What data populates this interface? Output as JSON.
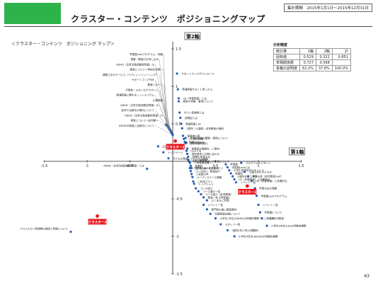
{
  "header": {
    "title": "クラスター・コンテンツ　ポジショニングマップ",
    "period": "集計期間　2015年1月1日～2015年12月31日",
    "subtitle": "＜クラスター・コンテンツ　ポジショニング マップ＞",
    "page_number": "63",
    "brand_color": "#2eb34a"
  },
  "stats": {
    "title": "分析精度",
    "headers": [
      "統計量",
      "1軸",
      "2軸",
      "計"
    ],
    "rows": [
      [
        "固有値",
        "0.529",
        "0.322",
        "0.851"
      ],
      [
        "単相関係数",
        "0.727",
        "0.568",
        ""
      ],
      [
        "各軸の説明度",
        "62.2%",
        "37.8%",
        "100.0%"
      ]
    ]
  },
  "chart_data": {
    "type": "scatter",
    "axis_labels": {
      "axis1": "第1軸",
      "axis2": "第2軸"
    },
    "xlim": [
      -1.5,
      1.5
    ],
    "ylim": [
      -1.5,
      1.5
    ],
    "xticks": [
      -1.5,
      -1,
      -0.5,
      0.5,
      1,
      1.5
    ],
    "yticks": [
      1.5,
      1,
      0.5,
      -0.5,
      -1,
      -1.5
    ],
    "point_color": "#2a5db0",
    "cluster_color": "#e8181f",
    "clusters": [
      {
        "label": "クラスター1",
        "x": 0.87,
        "y": -0.33
      },
      {
        "label": "クラスター2",
        "x": 0.03,
        "y": 0.27
      },
      {
        "label": "クラスター3",
        "x": -0.88,
        "y": -0.73
      }
    ],
    "points": [
      {
        "x": -0.08,
        "y": 0.49,
        "label": "学習塾Leafプログラム：体験"
      },
      {
        "x": -0.07,
        "y": 0.48,
        "label": "授業／教室のお申し込み"
      },
      {
        "x": -0.06,
        "y": 0.47,
        "label": "ADHD（注意欠陥多動性障害）の"
      },
      {
        "x": -0.05,
        "y": 0.46,
        "label": "療育について～学校生活等～"
      },
      {
        "x": -0.05,
        "y": 0.45,
        "label": "親御さまのサービス（ペアレントトレーニング）"
      },
      {
        "x": -0.04,
        "y": 0.44,
        "label": "サポートブックPDF"
      },
      {
        "x": -0.04,
        "y": 0.43,
        "label": "教室レポート"
      },
      {
        "x": -0.03,
        "y": 0.42,
        "label": "不登校・ひきこもりサポート"
      },
      {
        "x": -0.03,
        "y": 0.41,
        "label": "発達障害に関するニュースコラム"
      },
      {
        "x": -0.02,
        "y": 0.4,
        "label": "心理検査"
      },
      {
        "x": -0.02,
        "y": 0.39,
        "label": "ADHD（注意欠陥多動性障害）の"
      },
      {
        "x": -0.01,
        "y": 0.38,
        "label": "症状や治療法の傾向について"
      },
      {
        "x": -0.01,
        "y": 0.37,
        "label": "ADHD（注意欠陥多動性障害）の"
      },
      {
        "x": 0.0,
        "y": 0.36,
        "label": "療育について～幼児期～"
      },
      {
        "x": 0.0,
        "y": 0.35,
        "label": "ADHDの原因と治療法について"
      },
      {
        "x": -0.17,
        "y": 0.2,
        "label": "広汎性発達障害とは"
      },
      {
        "x": -0.11,
        "y": 0.12,
        "label": "トップページ"
      },
      {
        "x": -0.05,
        "y": 0.04,
        "label": "子どもの発達・アドバイス動画"
      },
      {
        "x": -0.3,
        "y": -0.1,
        "label": "ADHD（注意欠陥多動性障害）とは"
      },
      {
        "x": 0.05,
        "y": 1.17,
        "label": "サポートブックダウンロード"
      },
      {
        "x": 0.06,
        "y": 0.96,
        "label": "発達障害かも？と思ったら"
      },
      {
        "x": 0.07,
        "y": 0.84,
        "label": "LD（学習障害）とは"
      },
      {
        "x": 0.07,
        "y": 0.8,
        "label": "療育の特徴・事例について"
      },
      {
        "x": 0.08,
        "y": 0.65,
        "label": "ダウン症候群とは"
      },
      {
        "x": 0.09,
        "y": 0.58,
        "label": "自閉症とは"
      },
      {
        "x": 0.1,
        "y": 0.5,
        "label": "発達障害とは"
      },
      {
        "x": 0.11,
        "y": 0.44,
        "label": "2歳児（入園前）幼児教室の事例"
      },
      {
        "x": 0.12,
        "y": 0.34,
        "label": "保護者の声"
      },
      {
        "x": 0.13,
        "y": 0.3,
        "label": "ことばの発達"
      },
      {
        "x": 0.14,
        "y": 0.26,
        "label": "指導プラン"
      },
      {
        "x": 0.15,
        "y": 0.24,
        "label": "授業体験の流れ"
      },
      {
        "x": 0.15,
        "y": 0.31,
        "label": "合理的配慮の義務・事例について"
      },
      {
        "x": 0.16,
        "y": 0.25,
        "label": "LEAFの特長"
      },
      {
        "x": 0.17,
        "y": 0.17,
        "label": "各教室の連絡先・ご案内"
      },
      {
        "x": 0.16,
        "y": 0.14,
        "label": "Leafとは"
      },
      {
        "x": 0.17,
        "y": 0.1,
        "label": "資料請求とお問い合わせ"
      },
      {
        "x": 0.18,
        "y": 0.06,
        "label": "授業を見学する"
      },
      {
        "x": 0.18,
        "y": 0.02,
        "label": "JOBの進め方"
      },
      {
        "x": 0.19,
        "y": 0.0,
        "label": "LD（学習障害）の療育について"
      },
      {
        "x": 0.2,
        "y": -0.02,
        "label": "～学校生活等～"
      },
      {
        "x": 0.21,
        "y": -0.06,
        "label": "授業料"
      },
      {
        "x": 0.22,
        "y": -0.09,
        "label": "お子さまの成長事例"
      },
      {
        "x": 0.2,
        "y": -0.09,
        "label": "学習塾Leaf トップページ"
      },
      {
        "x": 0.21,
        "y": -0.13,
        "label": "コース紹介・教室紹介"
      },
      {
        "x": 0.22,
        "y": -0.17,
        "label": "ご家族の声"
      },
      {
        "x": 0.23,
        "y": -0.21,
        "label": "オープンスクール情報"
      },
      {
        "x": 0.24,
        "y": -0.27,
        "label": "ご利用プラン"
      },
      {
        "x": 0.25,
        "y": -0.3,
        "label": "トップページ"
      },
      {
        "x": 0.27,
        "y": -0.36,
        "label": "コース紹介"
      },
      {
        "x": 0.3,
        "y": -0.4,
        "label": "コース選び一覧"
      },
      {
        "x": 0.33,
        "y": -0.44,
        "label": "コース紹介（幼児教室）"
      },
      {
        "x": 0.36,
        "y": -0.48,
        "label": "教室一覧【学習塾】"
      },
      {
        "x": 0.4,
        "y": -0.52,
        "label": "よくあるご質問"
      },
      {
        "x": 0.36,
        "y": -0.58,
        "label": "イベント一覧"
      },
      {
        "x": 0.4,
        "y": -0.64,
        "label": "専門性の高い教室教材"
      },
      {
        "x": 0.44,
        "y": -0.7,
        "label": "児童発達支援について"
      },
      {
        "x": 0.5,
        "y": -0.76,
        "label": "小学生1年生(ADHD)の特徴的課題・レンタ事例"
      },
      {
        "x": 0.56,
        "y": -0.84,
        "label": "スタッフ一覧"
      },
      {
        "x": 0.64,
        "y": -0.92,
        "label": "3歳児(年少児)の課題例"
      },
      {
        "x": 0.72,
        "y": -1.0,
        "label": "小学生4年生(ADHD)の特徴的課題"
      },
      {
        "x": 0.62,
        "y": -0.04,
        "label": "学習塾"
      },
      {
        "x": 0.64,
        "y": -0.08,
        "label": "学習塾Leafとは"
      },
      {
        "x": 0.66,
        "y": -0.12,
        "label": "小学生低学年向けサービス"
      },
      {
        "x": 0.68,
        "y": -0.16,
        "label": "授業料"
      },
      {
        "x": 0.7,
        "y": -0.2,
        "label": "入園先を考えるなら"
      },
      {
        "x": 0.72,
        "y": -0.24,
        "label": "LD（学習障害）に効果的な"
      },
      {
        "x": 0.74,
        "y": -0.28,
        "label": "イベント一覧"
      },
      {
        "x": 0.8,
        "y": -0.02,
        "label": "プログラム＆パターン"
      },
      {
        "x": 0.84,
        "y": -0.14,
        "label": "入園予定の子どもの"
      },
      {
        "x": 0.88,
        "y": -0.2,
        "label": "教室一覧（幼児教室Leaf）"
      },
      {
        "x": 0.92,
        "y": -0.26,
        "label": "LD（学習障害）に効果的な"
      },
      {
        "x": 0.96,
        "y": -0.36,
        "label": "学習方法の理解"
      },
      {
        "x": 0.98,
        "y": -0.46,
        "label": "学習塾Leafプログラム："
      },
      {
        "x": 1.0,
        "y": -0.58,
        "label": "イベント一覧"
      },
      {
        "x": 1.02,
        "y": -0.68,
        "label": "学習塾について"
      },
      {
        "x": 1.04,
        "y": -0.76,
        "label": "ウェブ形式教室"
      },
      {
        "x": 1.1,
        "y": -0.86,
        "label": "小学生3年生(LD)の特徴的課題"
      },
      {
        "x": -1.19,
        "y": -0.94,
        "label": "アスペルガー症候群の原因と特徴について"
      }
    ]
  }
}
